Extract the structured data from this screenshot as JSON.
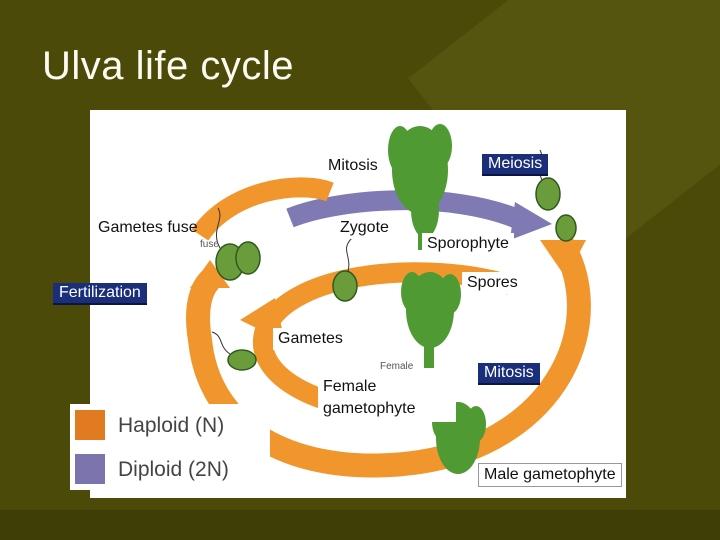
{
  "slide": {
    "title": "Ulva life cycle"
  },
  "labels": {
    "mitosis_top": "Mitosis",
    "meiosis": "Meiosis",
    "gametes_fuse": "Gametes fuse",
    "fuse_small": "fuse",
    "zygote": "Zygote",
    "sporophyte": "Sporophyte",
    "spores": "Spores",
    "fertilization": "Fertilization",
    "gametes": "Gametes",
    "female_small": "Female",
    "female_gametophyte": "Female gametophyte",
    "mitosis_bottom": "Mitosis",
    "male_gametophyte": "Male gametophyte"
  },
  "legend": {
    "items": [
      {
        "label": "Haploid (N)",
        "color": "#e07b22"
      },
      {
        "label": "Diploid (2N)",
        "color": "#7b74ad"
      }
    ]
  },
  "colors": {
    "haploid_arrow": "#f0962d",
    "diploid_arrow": "#7f79b4",
    "plant": "#4f9a32",
    "background": "#4b4a09"
  }
}
